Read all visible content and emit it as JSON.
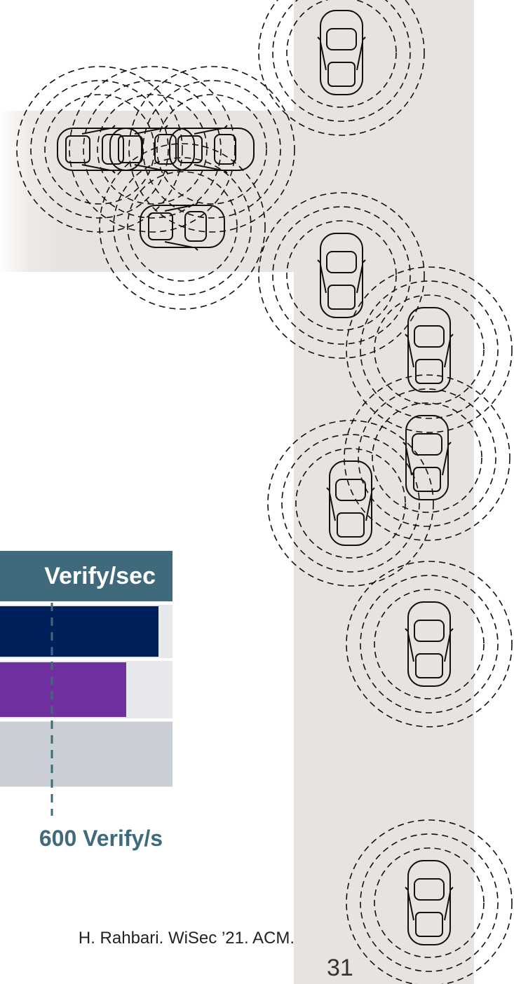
{
  "table": {
    "header": "Verify/sec",
    "bars": [
      {
        "value_fraction": 0.92,
        "color": "#00205b"
      },
      {
        "value_fraction": 0.73,
        "color": "#7030a0"
      },
      {
        "value_fraction": 1.0,
        "color": "#c9cfd5"
      }
    ],
    "threshold_fraction": 0.3,
    "threshold_label": "600 Verify/s"
  },
  "citation": "H. Rahbari. WiSec ’21. ACM.",
  "page_number": "31",
  "colors": {
    "road": "#e8e3df",
    "header_bg": "#3f6a7c",
    "accent_text": "#3f6a7c"
  },
  "icons": [
    "car-icon",
    "signal-rings-icon"
  ]
}
